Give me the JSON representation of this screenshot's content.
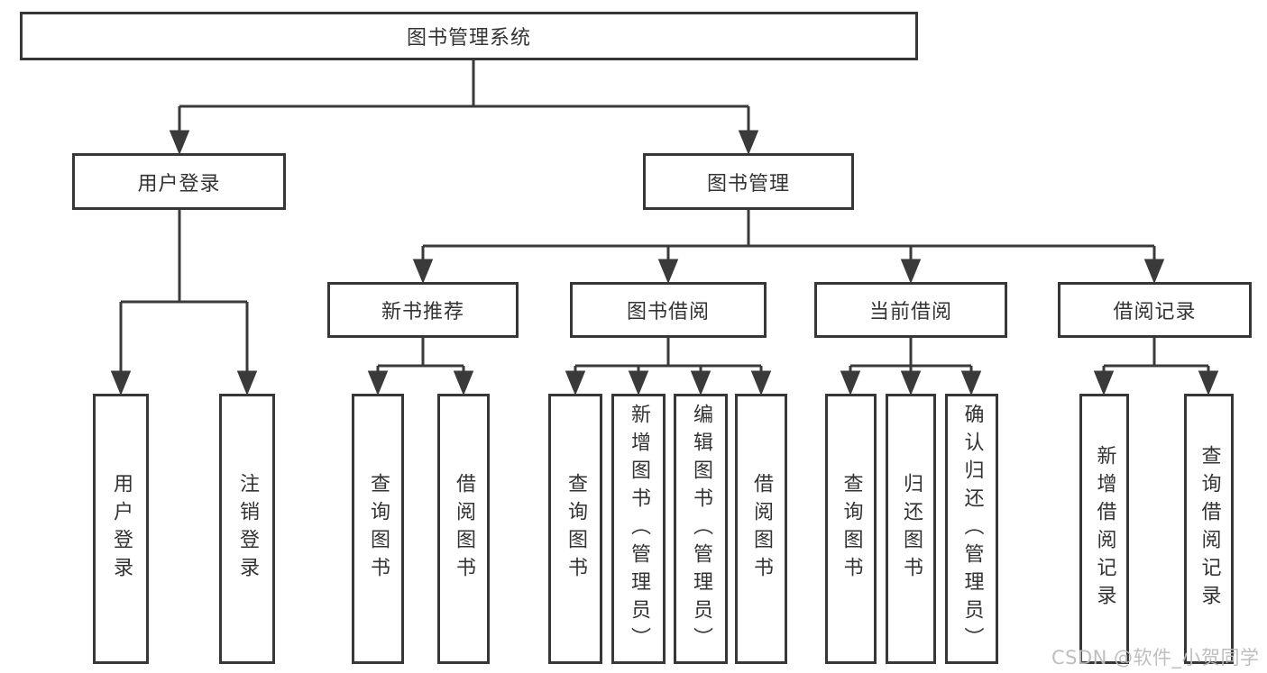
{
  "tree": {
    "root": {
      "label": "图书管理系统",
      "children": [
        {
          "label": "用户登录",
          "children": [
            {
              "label": "用户登录"
            },
            {
              "label": "注销登录"
            }
          ]
        },
        {
          "label": "图书管理",
          "children": [
            {
              "label": "新书推荐",
              "children": [
                {
                  "label": "查询图书"
                },
                {
                  "label": "借阅图书"
                }
              ]
            },
            {
              "label": "图书借阅",
              "children": [
                {
                  "label": "查询图书"
                },
                {
                  "label": "新增图书（管理员）"
                },
                {
                  "label": "编辑图书（管理员）"
                },
                {
                  "label": "借阅图书"
                }
              ]
            },
            {
              "label": "当前借阅",
              "children": [
                {
                  "label": "查询图书"
                },
                {
                  "label": "归还图书"
                },
                {
                  "label": "确认归还（管理员）"
                }
              ]
            },
            {
              "label": "借阅记录",
              "children": [
                {
                  "label": "新增借阅记录"
                },
                {
                  "label": "查询借阅记录"
                }
              ]
            }
          ]
        }
      ]
    }
  },
  "watermark": {
    "text": "CSDN @软件_小贺同学"
  },
  "colors": {
    "line": "#3a3a3a",
    "box_border": "#373737",
    "box_background": "#ffffff",
    "text": "#333333",
    "watermark": "#bbbbbb",
    "page_background": "#ffffff"
  }
}
